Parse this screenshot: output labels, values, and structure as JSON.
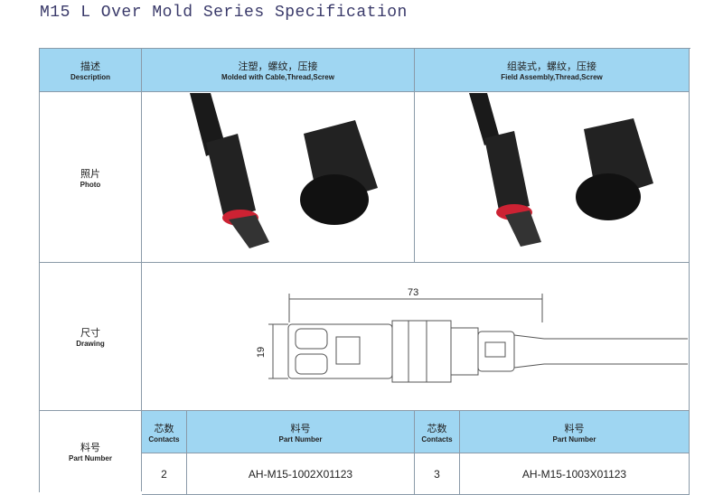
{
  "title": "M15 L Over Mold Series Specification",
  "header": {
    "desc_zh": "描述",
    "desc_en": "Description",
    "col1_zh": "注塑，螺纹，压接",
    "col1_en": "Molded with Cable,Thread,Screw",
    "col2_zh": "组装式，螺纹，压接",
    "col2_en": "Field Assembly,Thread,Screw"
  },
  "photo": {
    "zh": "照片",
    "en": "Photo"
  },
  "drawing": {
    "zh": "尺寸",
    "en": "Drawing",
    "length": "73",
    "height": "19"
  },
  "part": {
    "zh": "料号",
    "en": "Part Number",
    "contacts_zh": "芯数",
    "contacts_en": "Contacts",
    "pn_zh": "料号",
    "pn_en": "Part Number",
    "rows": [
      {
        "contacts": "2",
        "part_number": "AH-M15-1002X01123"
      },
      {
        "contacts": "3",
        "part_number": "AH-M15-1003X01123"
      }
    ]
  }
}
